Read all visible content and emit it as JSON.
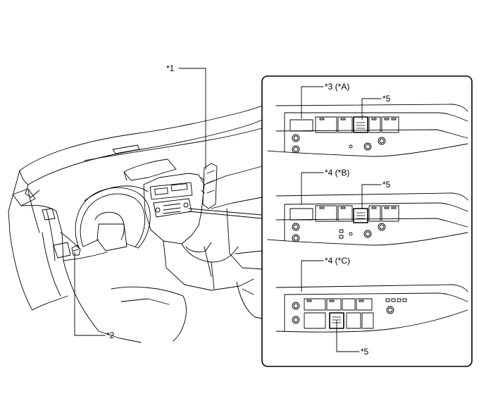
{
  "callouts": {
    "c1": "*1",
    "c2": "*2",
    "c3": "*3 (*A)",
    "c4b": "*4 (*B)",
    "c4c": "*4 (*C)",
    "c5a": "*5",
    "c5b": "*5",
    "c5c": "*5"
  },
  "colors": {
    "line": "#000000",
    "background": "#ffffff"
  }
}
